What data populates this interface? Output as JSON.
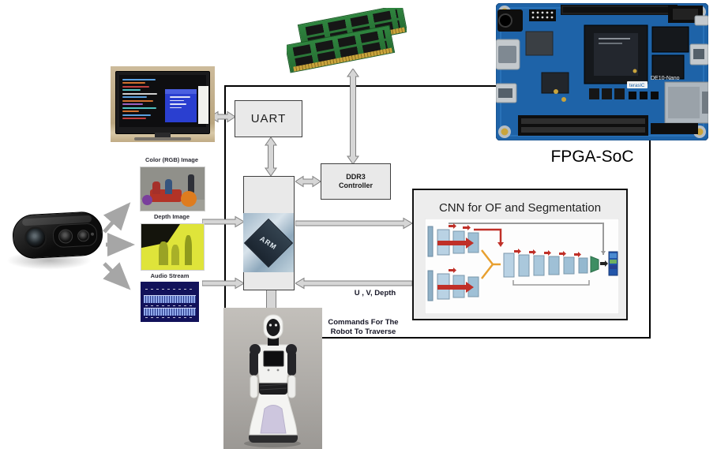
{
  "boxes": {
    "uart": {
      "label": "UART"
    },
    "ddr3": {
      "label_line1": "DDR3",
      "label_line2": "Controller"
    },
    "arm": {
      "chip_label": "ARM"
    },
    "cnn": {
      "title": "CNN for OF and Segmentation"
    }
  },
  "captions": {
    "fpga": "FPGA-SoC",
    "fpga_board_label": "DE10-Nano",
    "color_image": "Color (RGB) Image",
    "depth_image": "Depth Image",
    "audio_stream": "Audio Stream"
  },
  "edge_labels": {
    "uv_depth": "U , V, Depth",
    "commands_line1": "Commands For The",
    "commands_line2": "Robot To Traverse"
  },
  "colors": {
    "background": "#ffffff",
    "box_fill": "#e9e9e9",
    "box_border": "#3f3f3f",
    "arrow_fill": "#d6d6d6",
    "arrow_stroke": "#7f7f7f",
    "connector_line": "#000000",
    "pcb_blue": "#1e63a8",
    "ram_green": "#2e7f3c",
    "depth_yellow": "#dfe43a",
    "audio_navy": "#12125a",
    "cnn_block_blue": "#aac8dc",
    "cnn_arrow_red": "#c03028",
    "text_dark": "#1a1a1a"
  }
}
